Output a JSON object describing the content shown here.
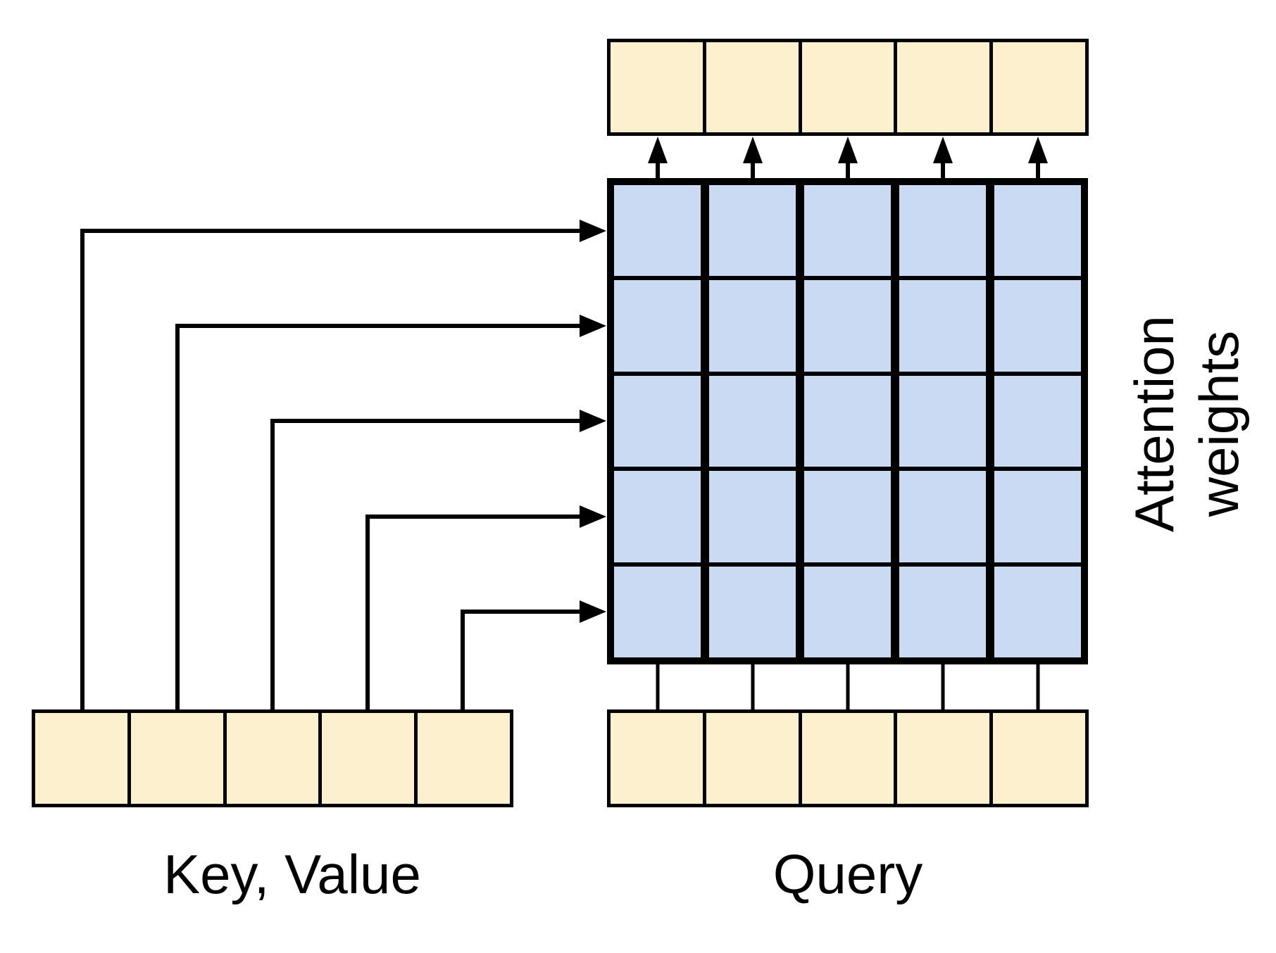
{
  "labels": {
    "key_value": "Key, Value",
    "query": "Query",
    "attention": [
      "Attention",
      "weights"
    ]
  },
  "colors": {
    "vector_fill": "#fdf0cf",
    "matrix_fill": "#cadaf2",
    "stroke": "#000000",
    "background": "#ffffff"
  },
  "matrix": {
    "rows": 5,
    "cols": 5
  },
  "vectors": {
    "key_value_cells": 5,
    "query_cells": 5,
    "output_cells": 5
  }
}
